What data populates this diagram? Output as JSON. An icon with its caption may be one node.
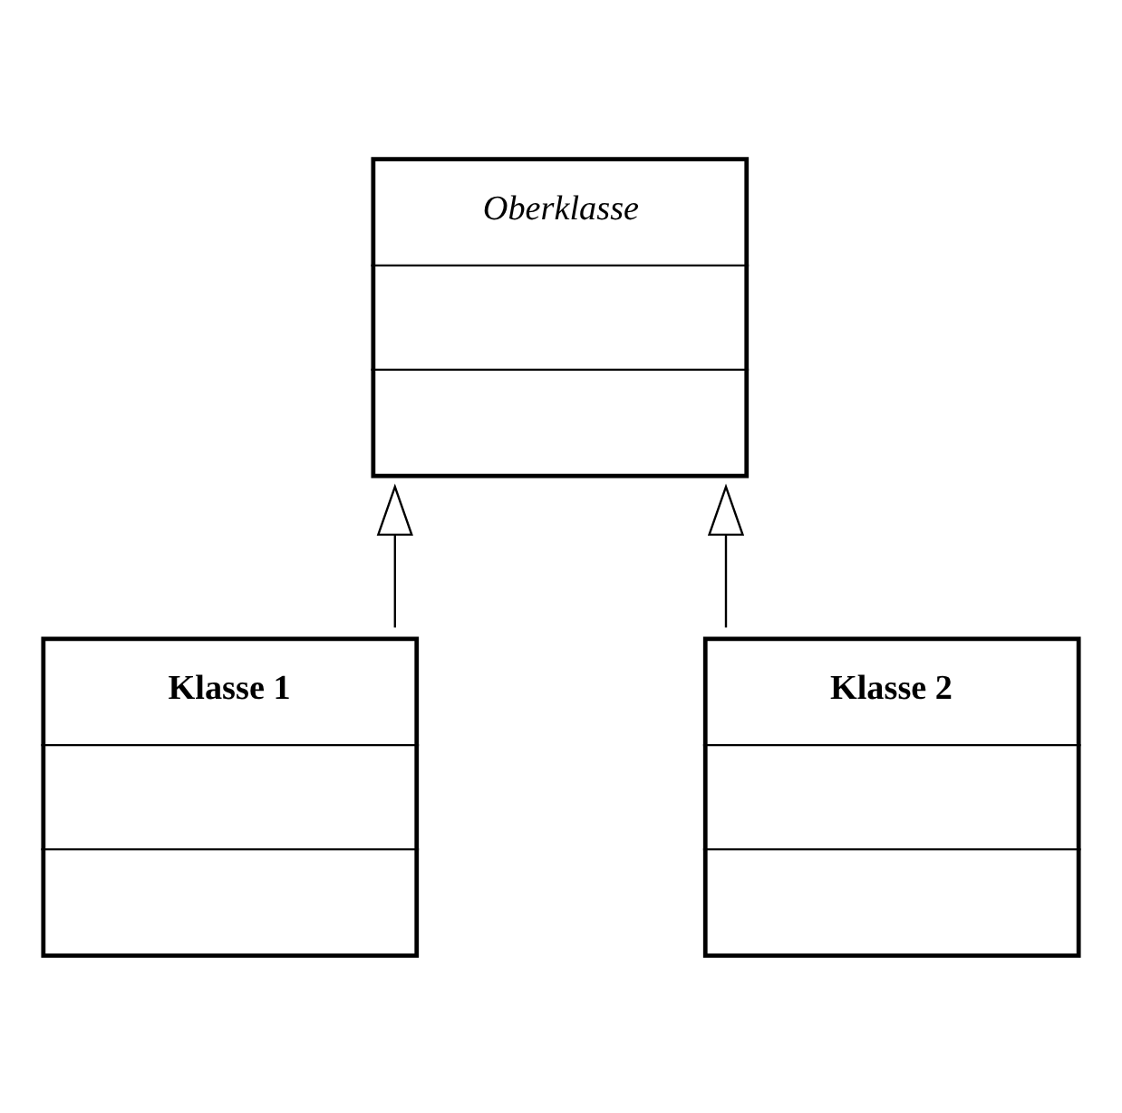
{
  "diagram": {
    "nodes": [
      {
        "text": [
          "Oberklasse"
        ]
      },
      {
        "text": [
          "Klasse 1"
        ]
      },
      {
        "text": [
          "Klasse 2"
        ]
      }
    ],
    "edges": [
      {
        "from": 1,
        "to": 0,
        "arrow": "to"
      },
      {
        "from": 2,
        "to": 0,
        "arrow": "to"
      }
    ]
  }
}
